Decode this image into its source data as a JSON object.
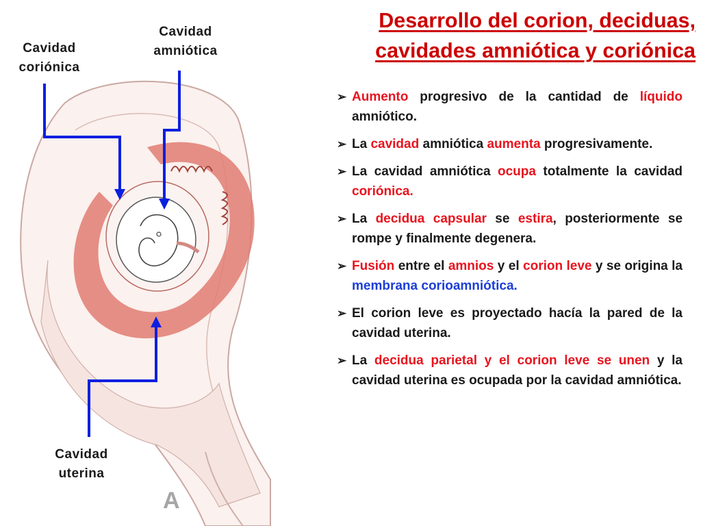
{
  "slide": {
    "title_lines": [
      "Desarrollo del corion, deciduas,",
      "cavidades amniótica y coriónica"
    ],
    "labels": {
      "corionica": [
        "Cavidad",
        "coriónica"
      ],
      "amniotica": [
        "Cavidad",
        "amniótica"
      ],
      "uterina": [
        "Cavidad",
        "uterina"
      ]
    },
    "figure_letter": "A",
    "bullets": [
      [
        {
          "t": "Aumento",
          "c": "red"
        },
        {
          "t": " progresivo de la cantidad de "
        },
        {
          "t": "líquido",
          "c": "red"
        },
        {
          "t": " amniótico."
        }
      ],
      [
        {
          "t": "La "
        },
        {
          "t": "cavidad",
          "c": "red"
        },
        {
          "t": " amniótica "
        },
        {
          "t": "aumenta",
          "c": "red"
        },
        {
          "t": " progresivamente."
        }
      ],
      [
        {
          "t": "La cavidad amniótica "
        },
        {
          "t": "ocupa",
          "c": "red"
        },
        {
          "t": " totalmente la cavidad "
        },
        {
          "t": "coriónica.",
          "c": "red"
        }
      ],
      [
        {
          "t": "La "
        },
        {
          "t": "decidua",
          "c": "red"
        },
        {
          "t": " "
        },
        {
          "t": "capsular",
          "c": "red"
        },
        {
          "t": " se "
        },
        {
          "t": "estira",
          "c": "red"
        },
        {
          "t": ", posteriormente se rompe y finalmente degenera."
        }
      ],
      [
        {
          "t": "Fusión",
          "c": "red"
        },
        {
          "t": " entre el "
        },
        {
          "t": "amnios",
          "c": "red"
        },
        {
          "t": " y el "
        },
        {
          "t": "corion leve",
          "c": "red"
        },
        {
          "t": " y se origina la "
        },
        {
          "t": "membrana corioamniótica.",
          "c": "blue"
        }
      ],
      [
        {
          "t": "El corion leve es proyectado hacía la pared de la cavidad uterina."
        }
      ],
      [
        {
          "t": "La "
        },
        {
          "t": "decidua parietal y el corion leve se unen",
          "c": "red"
        },
        {
          "t": " y la cavidad uterina es ocupada por la cavidad amniótica."
        }
      ]
    ],
    "colors": {
      "title": "#cc0000",
      "highlight_red": "#e8141e",
      "highlight_blue": "#1c3fd6",
      "arrow": "#0b1fe0",
      "tissue": "#e07c72"
    }
  }
}
